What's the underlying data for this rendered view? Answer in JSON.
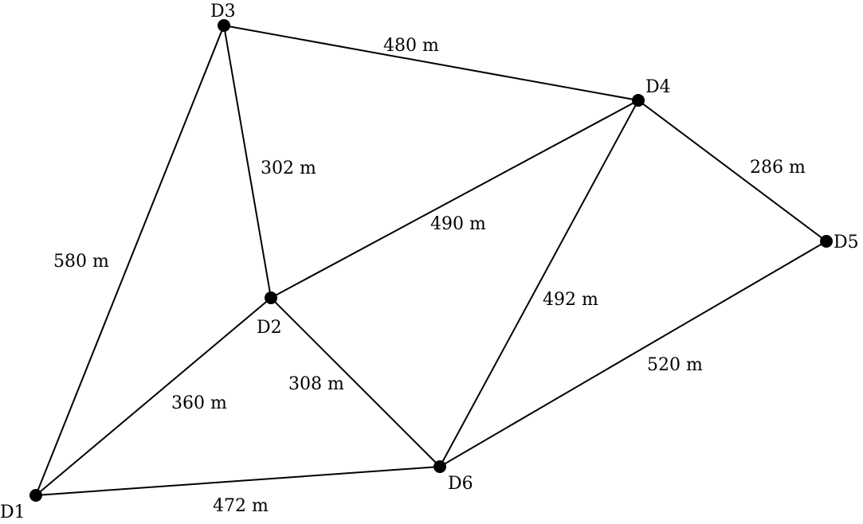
{
  "graph": {
    "nodes": [
      {
        "id": "D1",
        "label": "D1"
      },
      {
        "id": "D2",
        "label": "D2"
      },
      {
        "id": "D3",
        "label": "D3"
      },
      {
        "id": "D4",
        "label": "D4"
      },
      {
        "id": "D5",
        "label": "D5"
      },
      {
        "id": "D6",
        "label": "D6"
      }
    ],
    "edges": [
      {
        "from": "D3",
        "to": "D4",
        "label": "480 m"
      },
      {
        "from": "D3",
        "to": "D2",
        "label": "302 m"
      },
      {
        "from": "D3",
        "to": "D1",
        "label": "580 m"
      },
      {
        "from": "D2",
        "to": "D4",
        "label": "490 m"
      },
      {
        "from": "D4",
        "to": "D5",
        "label": "286 m"
      },
      {
        "from": "D4",
        "to": "D6",
        "label": "492 m"
      },
      {
        "from": "D2",
        "to": "D1",
        "label": "360 m"
      },
      {
        "from": "D2",
        "to": "D6",
        "label": "308 m"
      },
      {
        "from": "D5",
        "to": "D6",
        "label": "520 m"
      },
      {
        "from": "D1",
        "to": "D6",
        "label": "472 m"
      }
    ]
  }
}
